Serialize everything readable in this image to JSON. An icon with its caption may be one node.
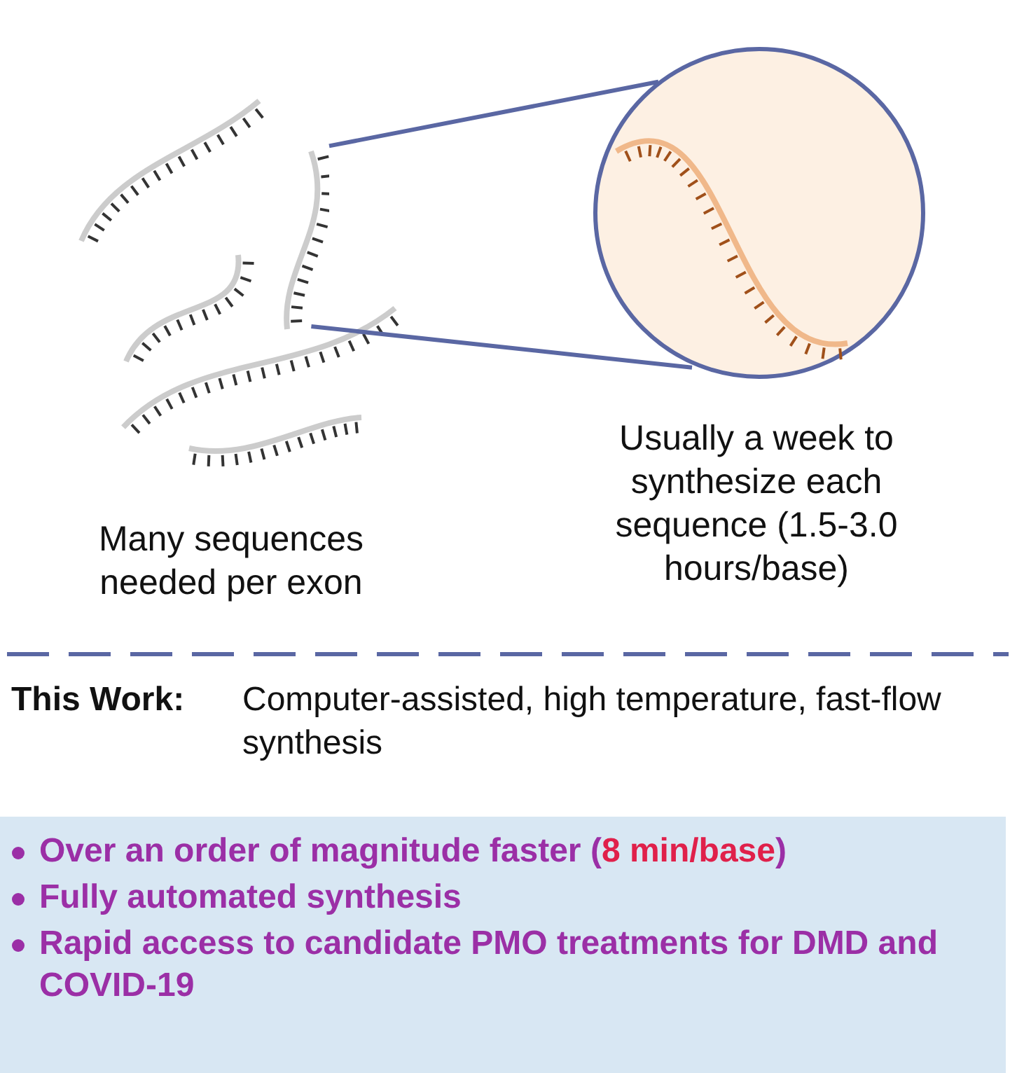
{
  "diagram": {
    "nodes": [
      {
        "text": [],
        "shape": "picture"
      },
      {
        "text": [],
        "shape": "circle"
      },
      {
        "text": [
          "Over an order of magnitude faster",
          "(8 min/base)",
          "Fully automated synthesis",
          "Rapid access to candidate PMO treatments for DMD and COVID-19"
        ]
      }
    ],
    "edges": [
      {
        "from": 0,
        "to": 1,
        "arrow": "none"
      },
      {
        "from": 0,
        "to": 1,
        "arrow": "none"
      }
    ],
    "labels": [
      "Usually a week to synthesize each sequence (1.5-3.0 hours/base)",
      "Many sequences needed per exon",
      "This Work:",
      "Computer-assisted, high temperature, fast-flow synthesis"
    ]
  }
}
